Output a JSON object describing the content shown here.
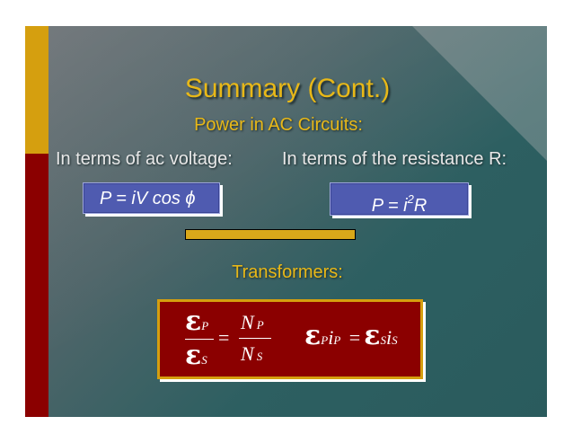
{
  "slide": {
    "title": "Summary (Cont.)",
    "subtitle": "Power in AC Circuits:",
    "left_heading": "In terms of ac voltage:",
    "right_heading": "In terms of the resistance R:",
    "formula_voltage": {
      "lhs": "P = iV cos",
      "symbol": "ϕ"
    },
    "formula_resistance": {
      "lhs": "P = i",
      "exponent": "2",
      "rhs": "R"
    },
    "transformers_heading": "Transformers:",
    "transformer_equations": {
      "emf_symbol": "ε",
      "sub_primary": "P",
      "sub_secondary": "S",
      "numerator_N": "N",
      "denominator_N": "N",
      "equals": "=",
      "current": "i"
    }
  },
  "colors": {
    "accent_gold": "#e8b818",
    "side_bar_gold": "#d59f0f",
    "side_bar_red": "#8b0000",
    "formula_box_blue": "#4f5bb0",
    "background_teal": "#2d5f61"
  }
}
